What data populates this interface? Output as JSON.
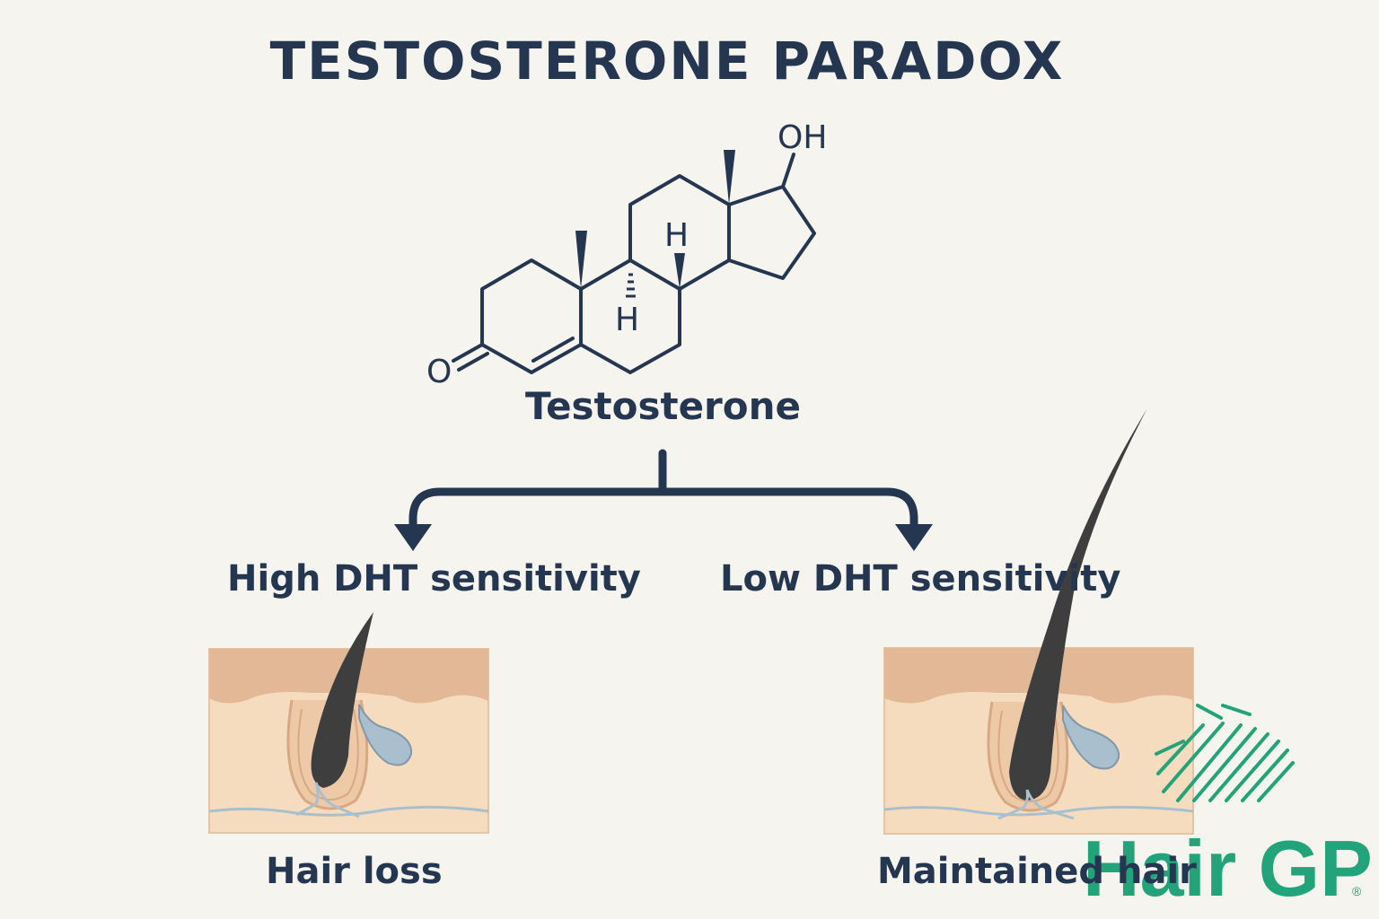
{
  "title": "TESTOSTERONE PARADOX",
  "molecule": {
    "name": "Testosterone",
    "atoms": {
      "hydroxyl": "OH",
      "oxygen": "O",
      "hydrogen_top": "H",
      "hydrogen_bottom": "H"
    }
  },
  "branches": [
    {
      "label": "High DHT sensitivity",
      "outcome": "Hair loss"
    },
    {
      "label": "Low DHT sensitivity",
      "outcome": "Maintained hair"
    }
  ],
  "logo": {
    "text": "Hair GP",
    "mark": "®"
  },
  "colors": {
    "background": "#f6f4ef",
    "ink": "#253650",
    "skin": "#f6dcbf",
    "skin_layer": "#e3b896",
    "hair": "#3e3e3e",
    "gland": "#a9bfcd",
    "logo": "#22a37a"
  }
}
